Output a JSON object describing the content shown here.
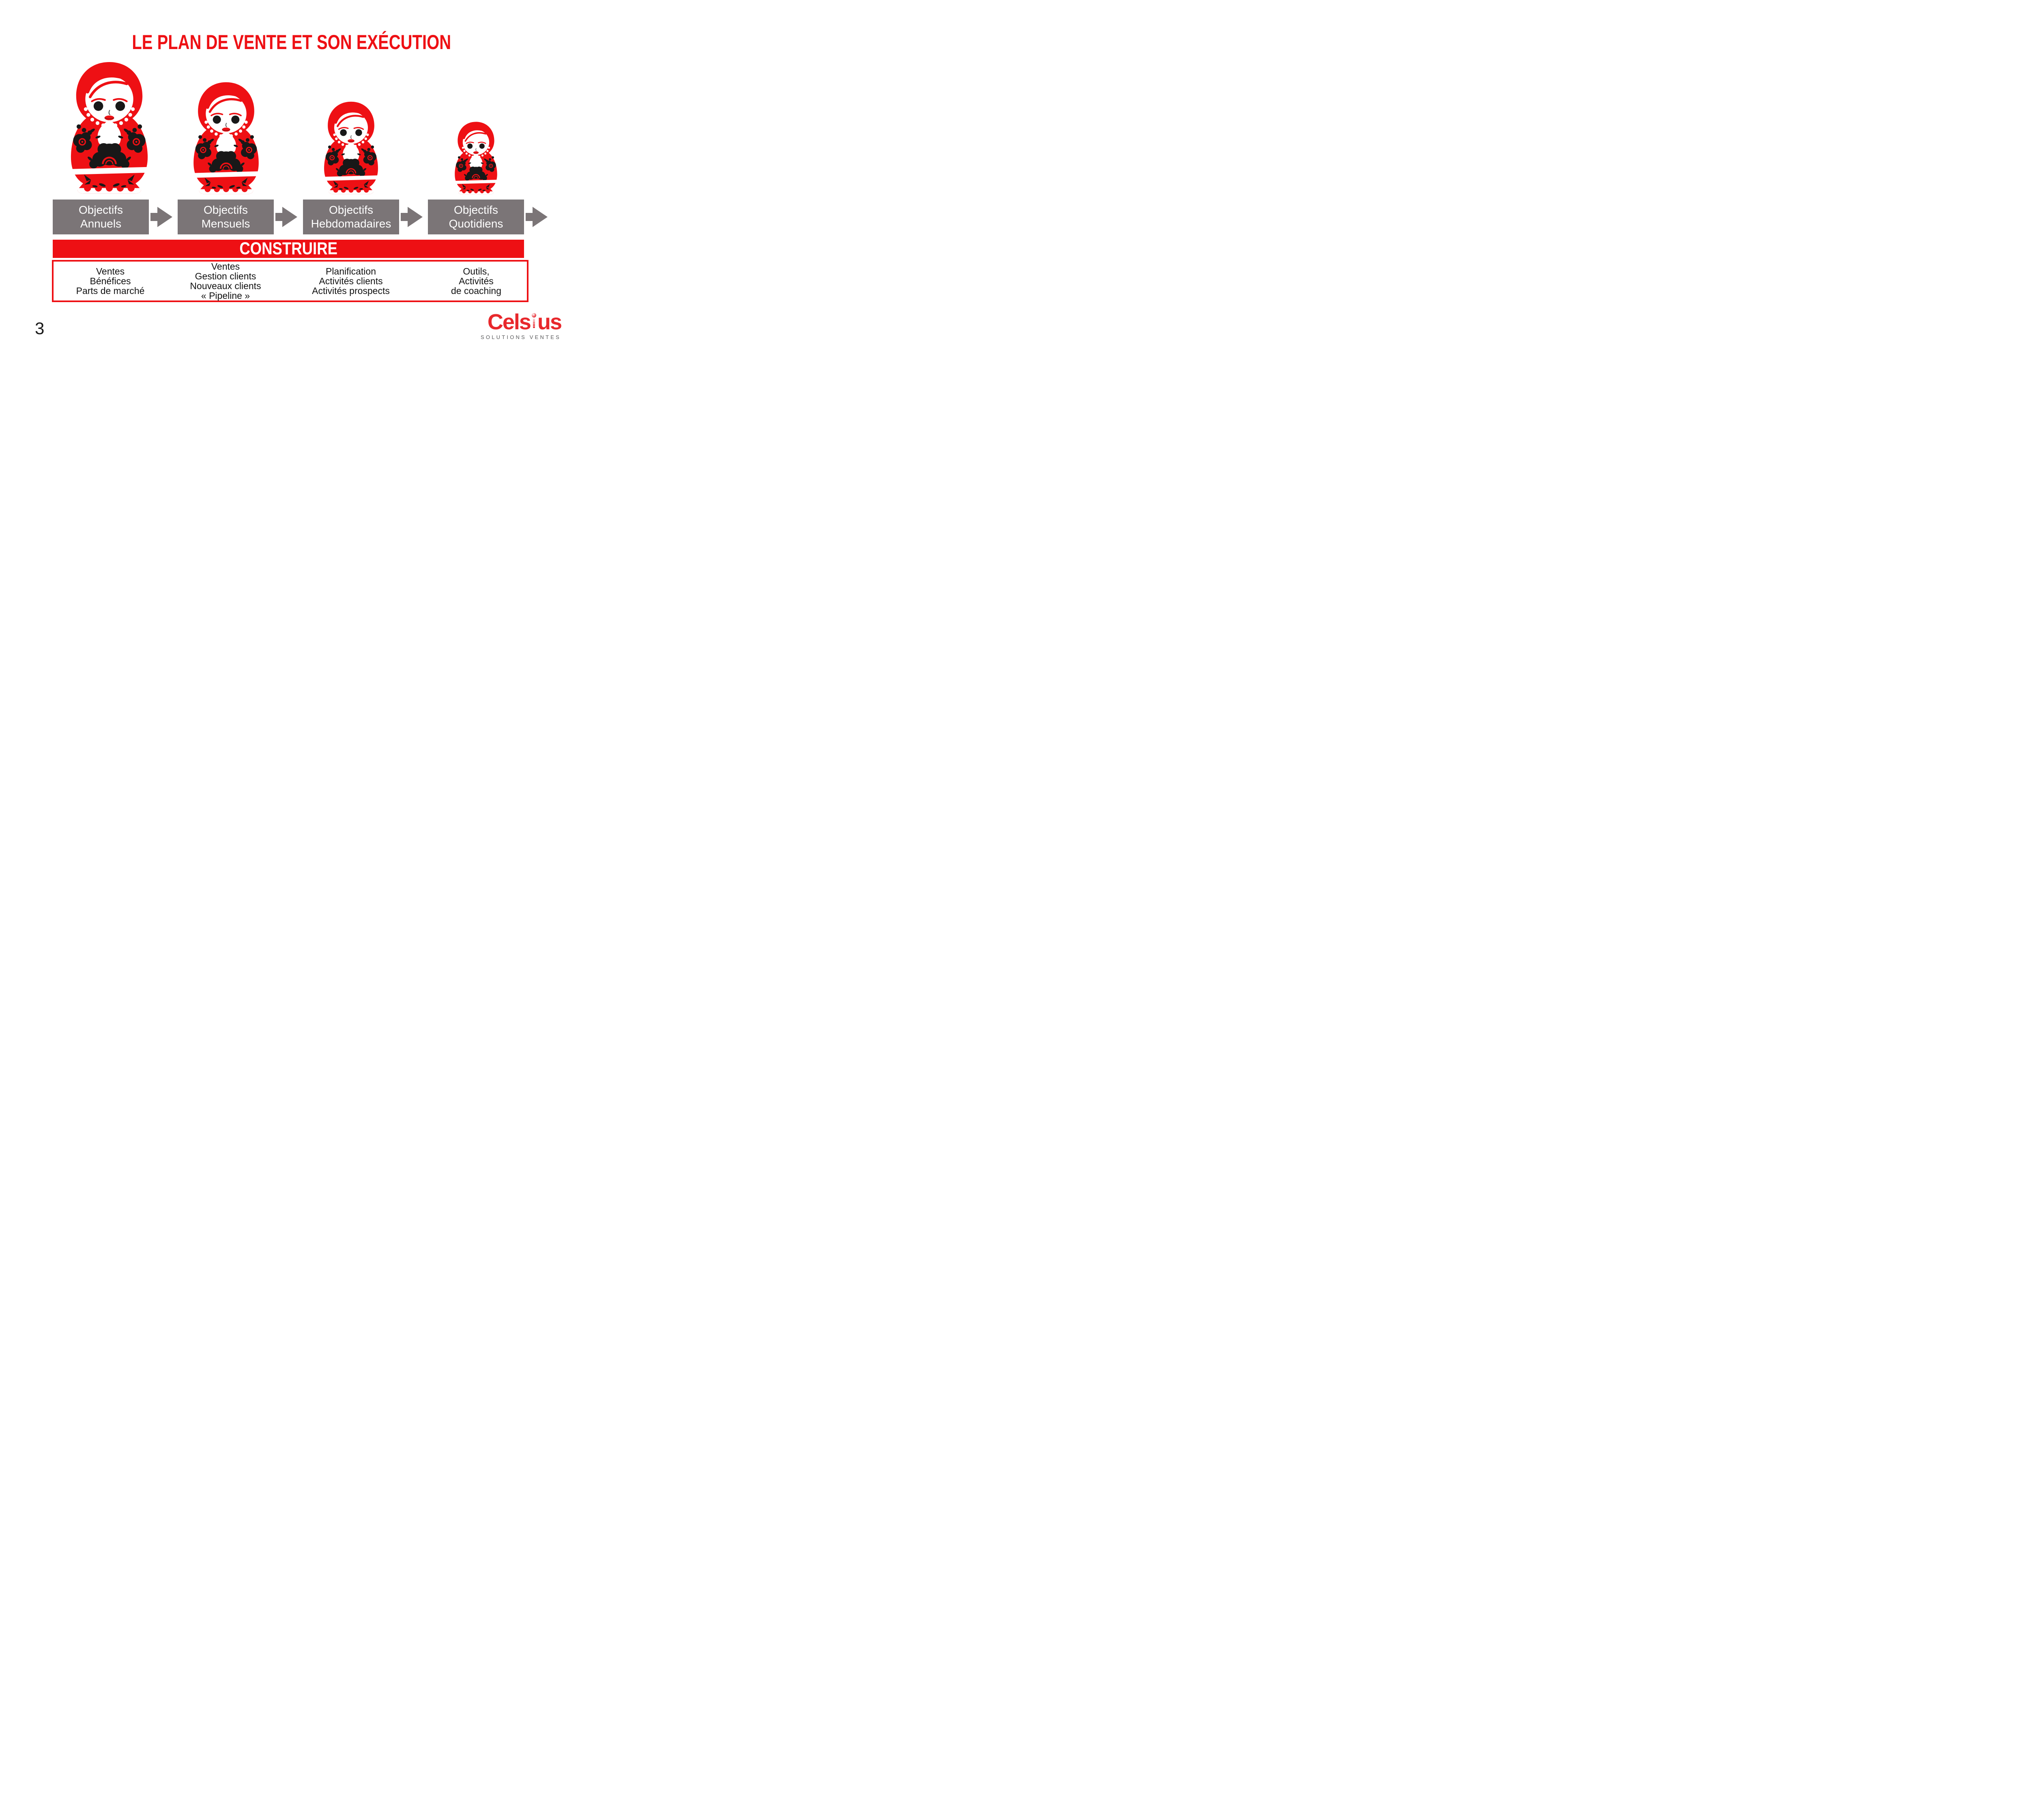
{
  "title": "LE PLAN DE VENTE ET SON EXÉCUTION",
  "page_number": "3",
  "steps": [
    {
      "lines": [
        "Objectifs",
        "Annuels"
      ]
    },
    {
      "lines": [
        "Objectifs",
        "Mensuels"
      ]
    },
    {
      "lines": [
        "Objectifs",
        "Hebdomadaires"
      ]
    },
    {
      "lines": [
        "Objectifs",
        "Quotidiens"
      ]
    }
  ],
  "banner": {
    "label": "CONSTRUIRE"
  },
  "details": {
    "columns": [
      {
        "lines": [
          "Ventes",
          "Bénéfices",
          "Parts de marché"
        ]
      },
      {
        "lines": [
          "Ventes",
          "Gestion clients",
          "Nouveaux clients",
          "« Pipeline »"
        ]
      },
      {
        "lines": [
          "Planification",
          "Activités clients",
          "Activités prospects"
        ]
      },
      {
        "lines": [
          "Outils,",
          "Activités",
          "de coaching"
        ]
      }
    ]
  },
  "logo": {
    "name": "Celsius",
    "name_left": "Cels",
    "name_right": "us",
    "tagline": "SOLUTIONS VENTES"
  },
  "icons": {
    "step_arrow": "block-arrow-right",
    "doll": "matryoshka-doll",
    "logo_i": "thermometer-i"
  },
  "colors": {
    "red": "#EE1014",
    "gray": "#7B7577",
    "text": "#111111",
    "logo_red": "#E8282C",
    "logo_gray": "#58585A"
  }
}
